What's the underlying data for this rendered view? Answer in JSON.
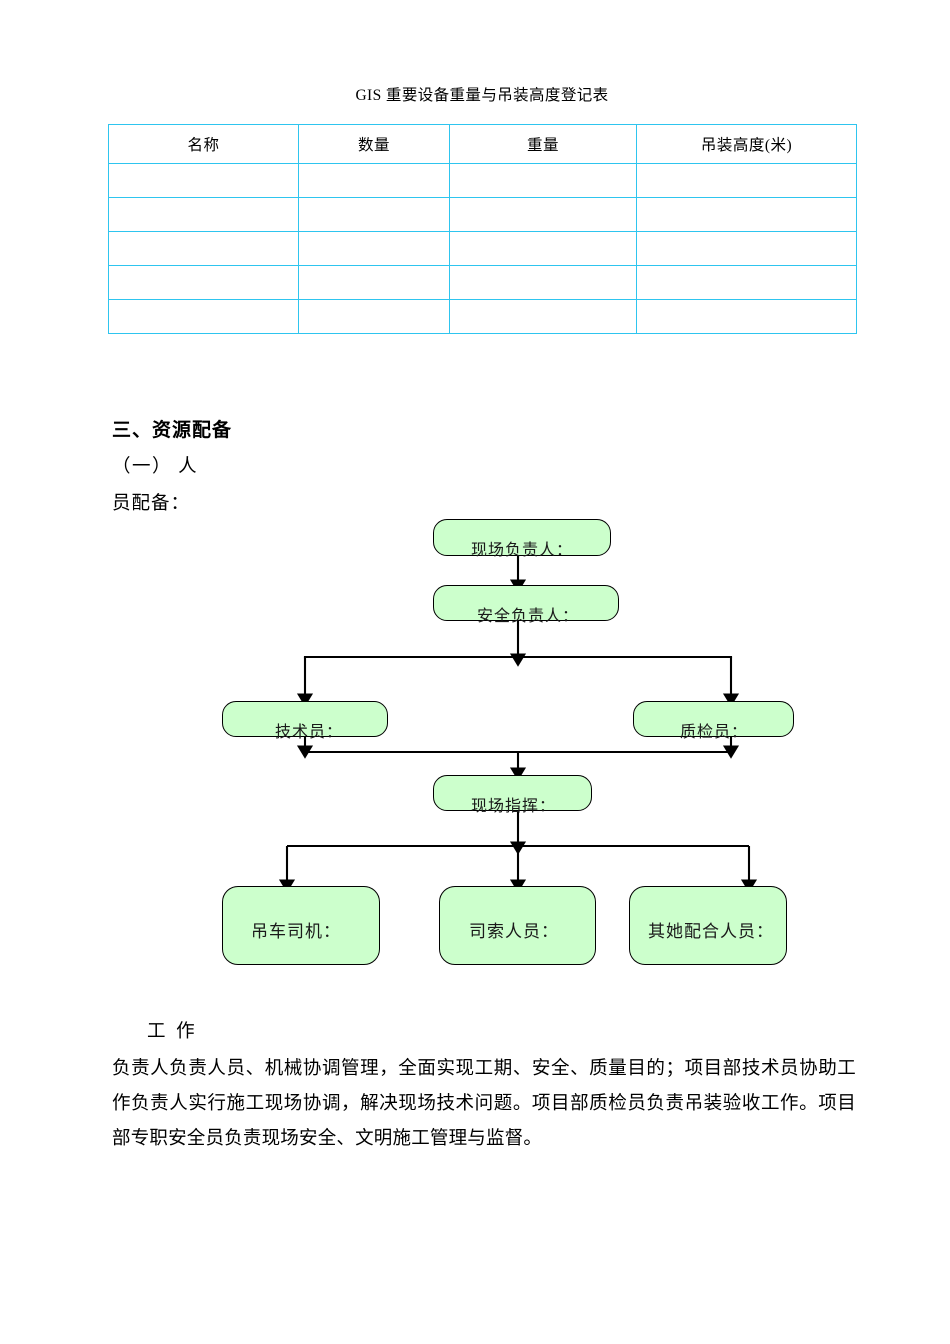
{
  "document": {
    "table_section": {
      "title": "GIS 重要设备重量与吊装高度登记表",
      "columns": [
        "名称",
        "数量",
        "重量",
        "吊装高度(米)"
      ],
      "rows": [
        [
          "",
          "",
          "",
          ""
        ],
        [
          "",
          "",
          "",
          ""
        ],
        [
          "",
          "",
          "",
          ""
        ],
        [
          "",
          "",
          "",
          ""
        ],
        [
          "",
          "",
          "",
          ""
        ]
      ],
      "border_color": "#2ec5ef",
      "row_count": 5
    },
    "headings": {
      "section": "三、资源配备",
      "subsection_a": "（一） 人",
      "subsection_b": "员配备："
    },
    "flowchart": {
      "node_fill": "#ccffcc",
      "node_border": "#000000",
      "nodes": [
        {
          "id": "site-manager",
          "label": "现场负责人："
        },
        {
          "id": "safety-manager",
          "label": "安全负责人："
        },
        {
          "id": "technician",
          "label": "技术员："
        },
        {
          "id": "quality-inspector",
          "label": "质检员："
        },
        {
          "id": "site-commander",
          "label": "现场指挥："
        },
        {
          "id": "crane-operator",
          "label": "吊车司机："
        },
        {
          "id": "rigger",
          "label": "司索人员："
        },
        {
          "id": "other-support",
          "label": "其她配合人员："
        }
      ],
      "edges": [
        {
          "from": "site-manager",
          "to": "safety-manager"
        },
        {
          "from": "safety-manager",
          "to": "technician"
        },
        {
          "from": "safety-manager",
          "to": "quality-inspector"
        },
        {
          "from": "technician",
          "to": "site-commander"
        },
        {
          "from": "quality-inspector",
          "to": "site-commander"
        },
        {
          "from": "site-commander",
          "to": "crane-operator"
        },
        {
          "from": "site-commander",
          "to": "rigger"
        },
        {
          "from": "site-commander",
          "to": "other-support"
        }
      ]
    },
    "body": {
      "work_label": "工  作",
      "paragraph": "负责人负责人员、机械协调管理，全面实现工期、安全、质量目的；项目部技术员协助工作负责人实行施工现场协调，解决现场技术问题。项目部质检员负责吊装验收工作。项目部专职安全员负责现场安全、文明施工管理与监督。"
    }
  }
}
